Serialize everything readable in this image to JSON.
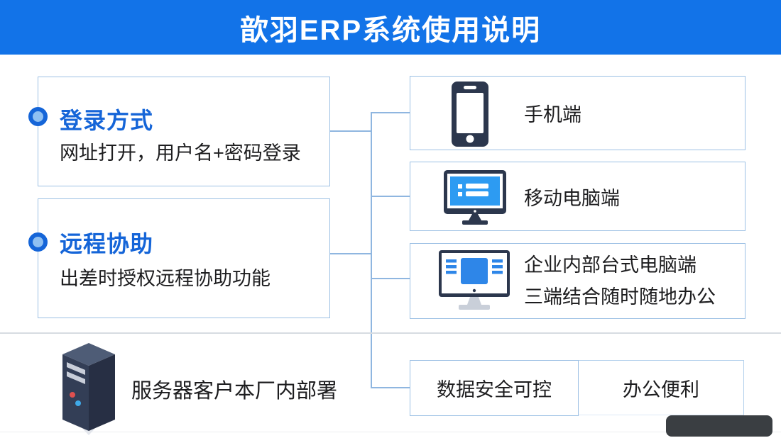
{
  "header": {
    "title": "歆羽ERP系统使用说明"
  },
  "features": [
    {
      "heading": "登录方式",
      "description": "网址打开，用户名+密码登录"
    },
    {
      "heading": "远程协助",
      "description": "出差时授权远程协助功能"
    }
  ],
  "clients": [
    {
      "icon": "smartphone-icon",
      "label": "手机端"
    },
    {
      "icon": "laptop-monitor-icon",
      "label": "移动电脑端"
    },
    {
      "icon": "desktop-computer-icon",
      "label": "企业内部台式电脑端",
      "label2": "三端结合随时随地办公"
    }
  ],
  "deployment": {
    "icon": "server-tower-icon",
    "label": "服务器客户本厂内部署"
  },
  "benefits": [
    {
      "label": "数据安全可控"
    },
    {
      "label": "办公便利"
    }
  ],
  "colors": {
    "header_bg": "#1273e8",
    "accent_blue": "#1565d8",
    "box_border": "#9cc0e4",
    "connector": "#8fb6e0",
    "icon_navy": "#2c374d",
    "screen_blue": "#2d9bf2",
    "window_blue": "#2e86e8",
    "divider_gray": "#d7dce1",
    "text_dark": "#1d1d1f"
  }
}
